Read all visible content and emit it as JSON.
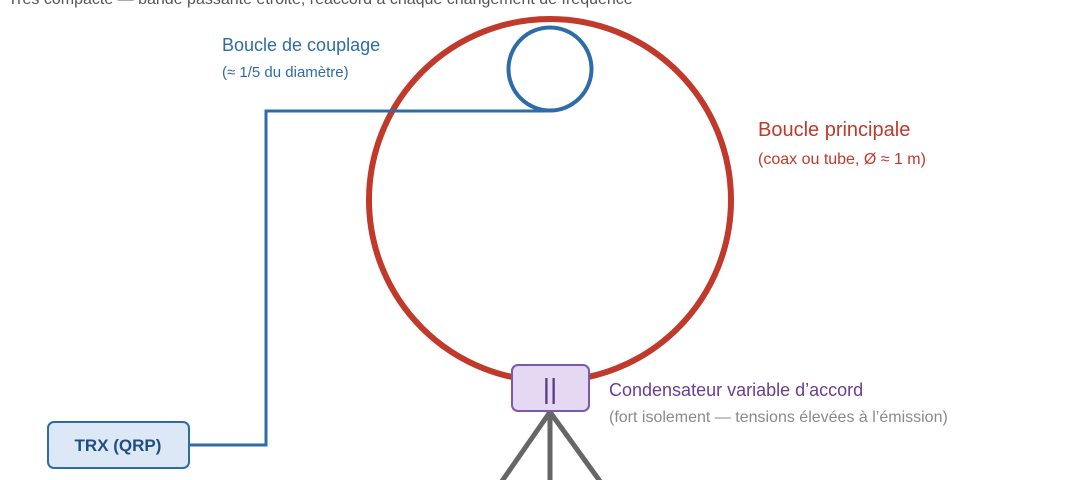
{
  "caption": "Très compacte — bande passante étroite, réaccord à chaque changement de fréquence",
  "coupling_loop": {
    "title": "Boucle de couplage",
    "note": "(≈ 1/5 du diamètre)",
    "color": "#2e6ca8"
  },
  "main_loop": {
    "title": "Boucle principale",
    "note": "(coax ou tube, Ø ≈ 1 m)",
    "color": "#c0392b"
  },
  "capacitor": {
    "symbol": "||",
    "title": "Condensateur variable d’accord",
    "note": "(fort isolement — tensions élevées à l’émission)",
    "color": "#6b3c96"
  },
  "transceiver": {
    "label": "TRX (QRP)",
    "color": "#2e6ca8"
  },
  "mast": {
    "color": "#666666"
  }
}
